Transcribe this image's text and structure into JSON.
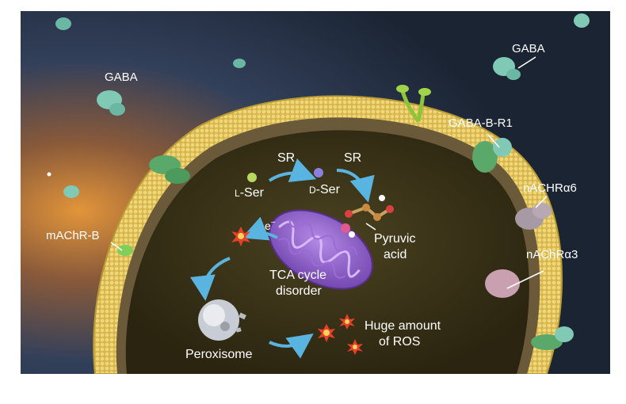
{
  "labels": {
    "gaba_left": "GABA",
    "gaba_right": "GABA",
    "gaba_b_r1": "GABA-B-R1",
    "nachr_a6": "nACHRα6",
    "nachr_a3": "nAChRα3",
    "machr_b": "mAChR-B",
    "sr_1": "SR",
    "sr_2": "SR",
    "l_ser_prefix": "L",
    "l_ser_suffix": "-Ser",
    "d_ser_prefix": "D",
    "d_ser_suffix": "-Ser",
    "pyruvic_line1": "Pyruvic",
    "pyruvic_line2": "acid",
    "electron": "e",
    "electron_sup": "−",
    "tca_line1": "TCA cycle",
    "tca_line2": "disorder",
    "peroxisome": "Peroxisome",
    "ros_line1": "Huge amount",
    "ros_line2": "of ROS"
  },
  "colors": {
    "background_dark": "#1c2a3c",
    "background_glow": "#d9822b",
    "membrane_yellow": "#d9b84a",
    "cytoplasm": "#3a3216",
    "mitochondrion": "#8a5cc4",
    "receptor_teal": "#7fc9b5",
    "receptor_green": "#5aa86a",
    "receptor_pink": "#c9a0b0",
    "arrow_blue": "#5ab4e0",
    "ros_red": "#e8402a"
  },
  "icons": [
    "gaba-molecule-icon",
    "receptor-icon",
    "mitochondrion-icon",
    "peroxisome-icon",
    "ros-burst-icon",
    "serine-dot-icon"
  ]
}
